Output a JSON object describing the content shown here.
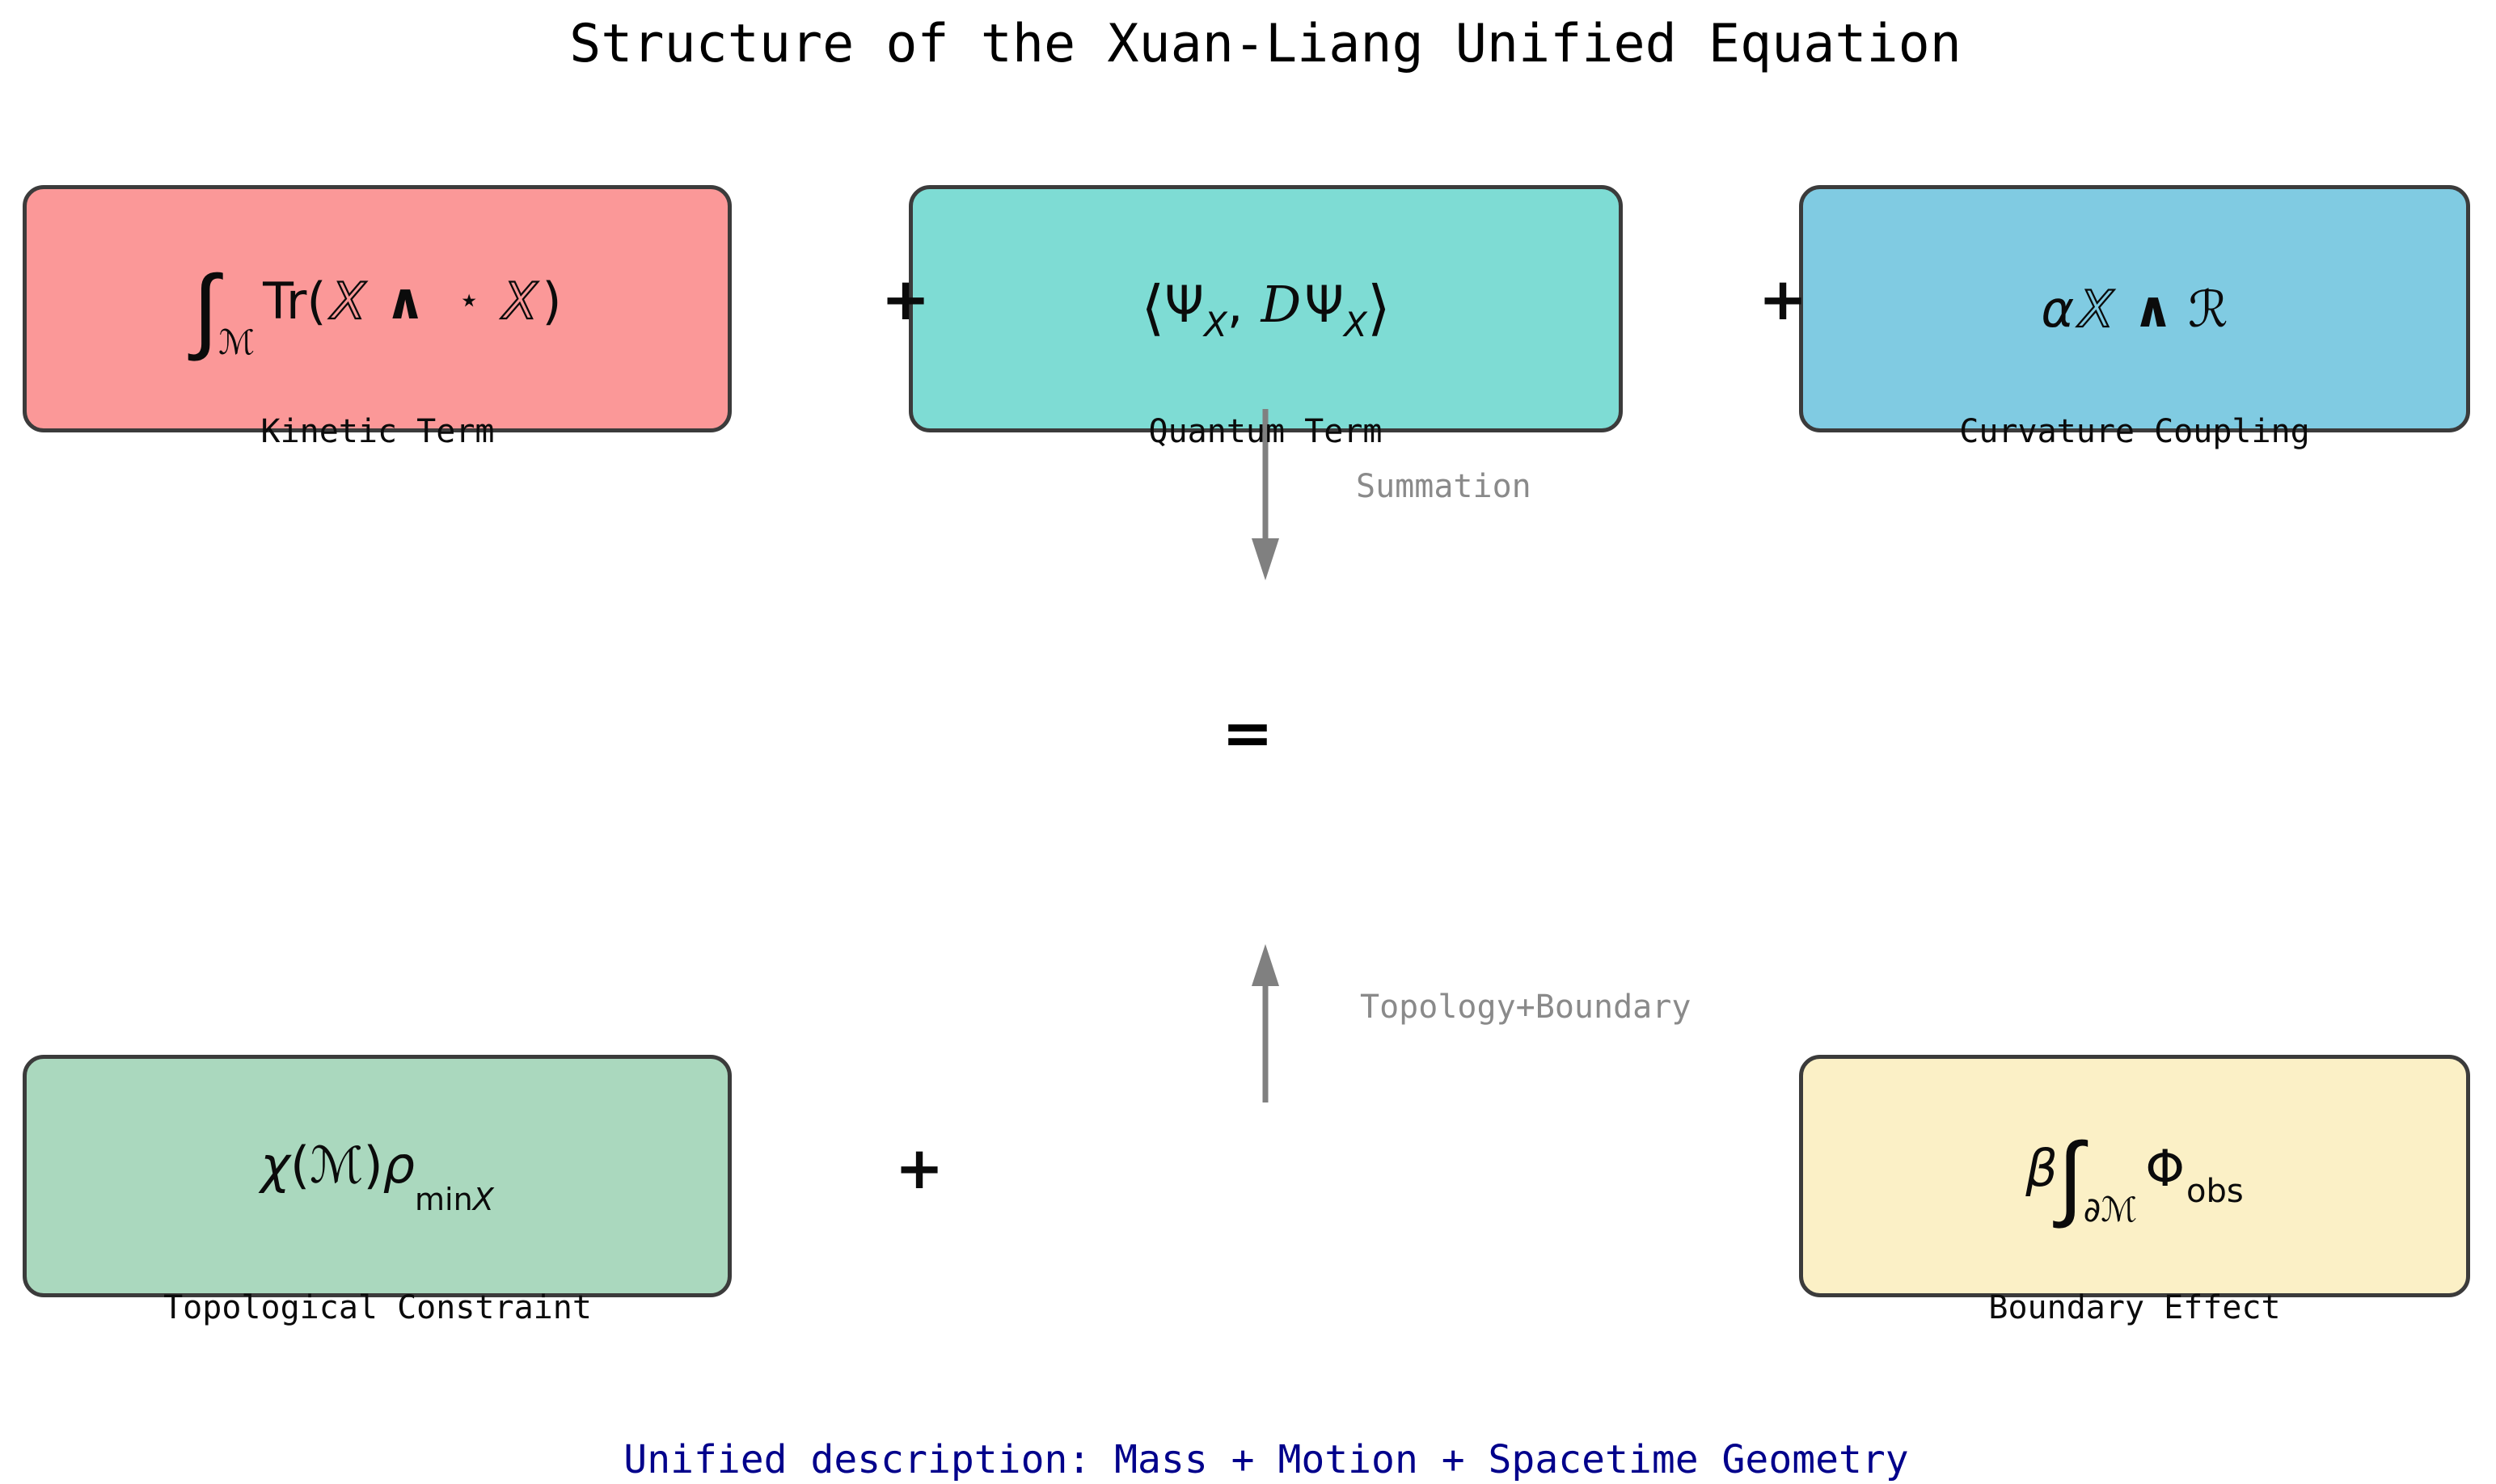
{
  "title": "Structure of the Xuan-Liang Unified Equation",
  "caption": "Unified description: Mass + Motion + Spacetime Geometry",
  "colors": {
    "kinetic_fill": "#FB9898",
    "quantum_fill": "#7EDCD4",
    "curvature_fill": "#80CBE2",
    "topological_fill": "#AAD8BE",
    "boundary_fill": "#FBF0C6",
    "box_border": "#3B3B3B",
    "arrow_gray": "#808080",
    "annotation_gray": "#8A8A8A",
    "caption_navy": "#00008B",
    "text_black": "#0B0B0B"
  },
  "boxes": [
    {
      "name": "kinetic",
      "label": "Kinetic Term",
      "formula": "∫_ℳ Tr(𝕏 ∧ ⋆ 𝕏)",
      "t": {
        "integral": "∫",
        "integral_sub": "ℳ",
        "tr_open": "Tr(",
        "x1": "X",
        "wedge": "∧",
        "star": "⋆",
        "x2": "X",
        "close_paren": ")"
      }
    },
    {
      "name": "quantum",
      "label": "Quantum Term",
      "formula": "⟨Ψ_X, 𝒟Ψ_X⟩",
      "t": {
        "lang": "⟨",
        "psi1": "Ψ",
        "sub1": "X",
        "comma": ",",
        "dcal": "D",
        "psi2": "Ψ",
        "sub2": "X",
        "rang": "⟩"
      }
    },
    {
      "name": "curvature",
      "label": "Curvature Coupling",
      "formula": "α𝕏 ∧ ℛ",
      "t": {
        "alpha": "α",
        "x": "X",
        "wedge": "∧",
        "r": "ℛ"
      }
    },
    {
      "name": "topological",
      "label": "Topological Constraint",
      "formula": "χ(ℳ)ρ_X^min",
      "t": {
        "chi": "χ",
        "open": "(",
        "m": "ℳ",
        "close": ")",
        "rho": "ρ",
        "sup": "min",
        "sub": "X"
      }
    },
    {
      "name": "boundary",
      "label": "Boundary Effect",
      "formula": "β∫_∂ℳ Φ_obs",
      "t": {
        "beta": "β",
        "integral": "∫",
        "integral_sub": "∂ℳ",
        "phi": "Φ",
        "sub": "obs"
      }
    }
  ],
  "operators": {
    "plus_quantum": "+",
    "plus_curvature": "+",
    "plus_boundary": "+",
    "equals": "="
  },
  "arrows": [
    {
      "name": "summation-arrow",
      "direction": "down",
      "label": "Summation"
    },
    {
      "name": "topology-boundary-arrow",
      "direction": "up",
      "label": "Topology+Boundary"
    }
  ]
}
